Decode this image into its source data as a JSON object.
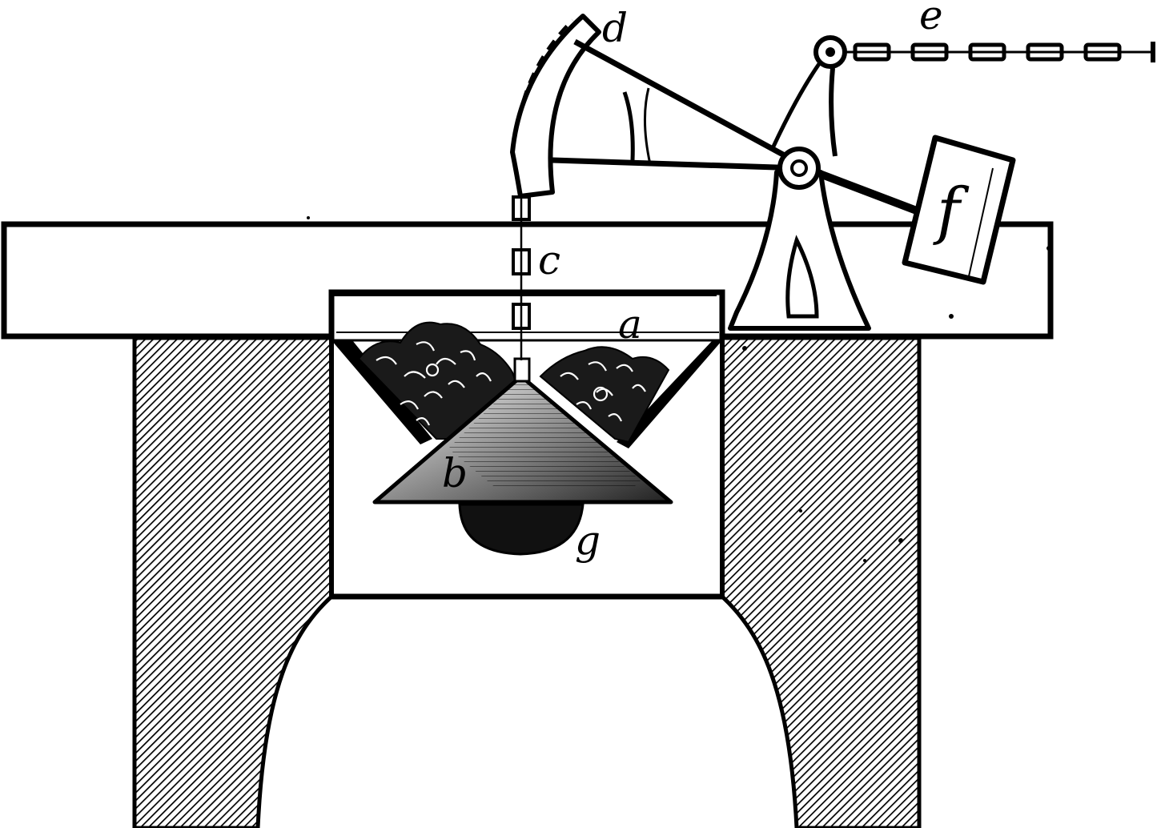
{
  "labels": {
    "a": "a",
    "b": "b",
    "c": "c",
    "d": "d",
    "e": "e",
    "f": "f",
    "g": "g"
  },
  "colors": {
    "ink": "#000000",
    "paper": "#ffffff"
  }
}
